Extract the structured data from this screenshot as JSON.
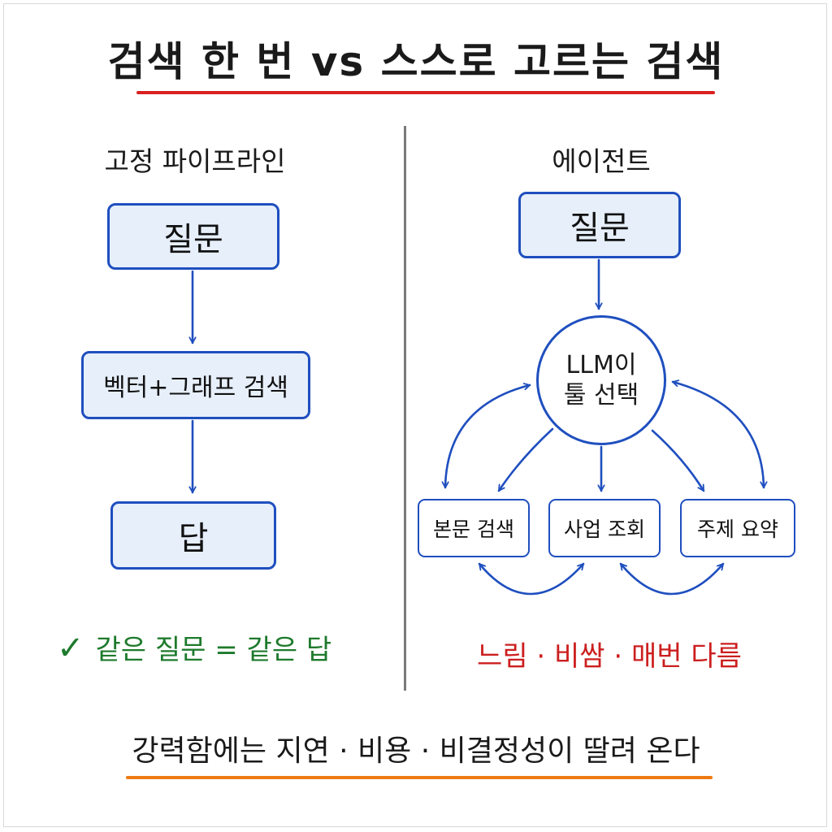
{
  "title": "검색 한 번 vs 스스로 고르는 검색",
  "left": {
    "heading": "고정 파이프라인",
    "question": "질문",
    "search": "벡터+그래프 검색",
    "answer": "답",
    "note_check": "✓",
    "note": "같은 질문 = 같은 답"
  },
  "right": {
    "heading": "에이전트",
    "question": "질문",
    "llm_line1": "LLM이",
    "llm_line2": "툴 선택",
    "tools": [
      "본문 검색",
      "사업 조회",
      "주제 요약"
    ],
    "note": "느림 · 비쌈 · 매번 다름"
  },
  "footer": "강력함에는 지연 · 비용 · 비결정성이 딸려 온다",
  "colors": {
    "box_border": "#1f4fbf",
    "box_fill": "#e6effa",
    "title_underline": "#d92121",
    "footer_underline": "#ee7a12",
    "positive": "#1e7a2c",
    "negative": "#cc1f1f"
  }
}
